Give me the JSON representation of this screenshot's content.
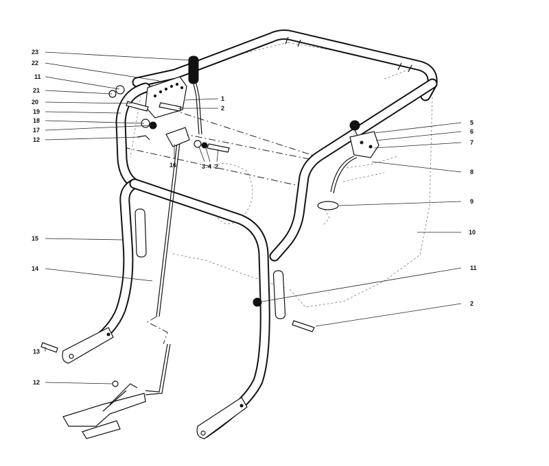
{
  "callouts": [
    {
      "id": "c23",
      "label": "23"
    },
    {
      "id": "c22",
      "label": "22"
    },
    {
      "id": "c11a",
      "label": "11"
    },
    {
      "id": "c21",
      "label": "21"
    },
    {
      "id": "c20",
      "label": "20"
    },
    {
      "id": "c19",
      "label": "19"
    },
    {
      "id": "c18",
      "label": "18"
    },
    {
      "id": "c17",
      "label": "17"
    },
    {
      "id": "c12a",
      "label": "12"
    },
    {
      "id": "c1",
      "label": "1"
    },
    {
      "id": "c2a",
      "label": "2"
    },
    {
      "id": "c16",
      "label": "16"
    },
    {
      "id": "c3",
      "label": "3"
    },
    {
      "id": "c4",
      "label": "4"
    },
    {
      "id": "c2b",
      "label": "2"
    },
    {
      "id": "c5",
      "label": "5"
    },
    {
      "id": "c6",
      "label": "6"
    },
    {
      "id": "c7",
      "label": "7"
    },
    {
      "id": "c8",
      "label": "8"
    },
    {
      "id": "c9",
      "label": "9"
    },
    {
      "id": "c10",
      "label": "10"
    },
    {
      "id": "c15",
      "label": "15"
    },
    {
      "id": "c14",
      "label": "14"
    },
    {
      "id": "c11b",
      "label": "11"
    },
    {
      "id": "c2c",
      "label": "2"
    },
    {
      "id": "c13",
      "label": "13"
    },
    {
      "id": "c12b",
      "label": "12"
    }
  ]
}
